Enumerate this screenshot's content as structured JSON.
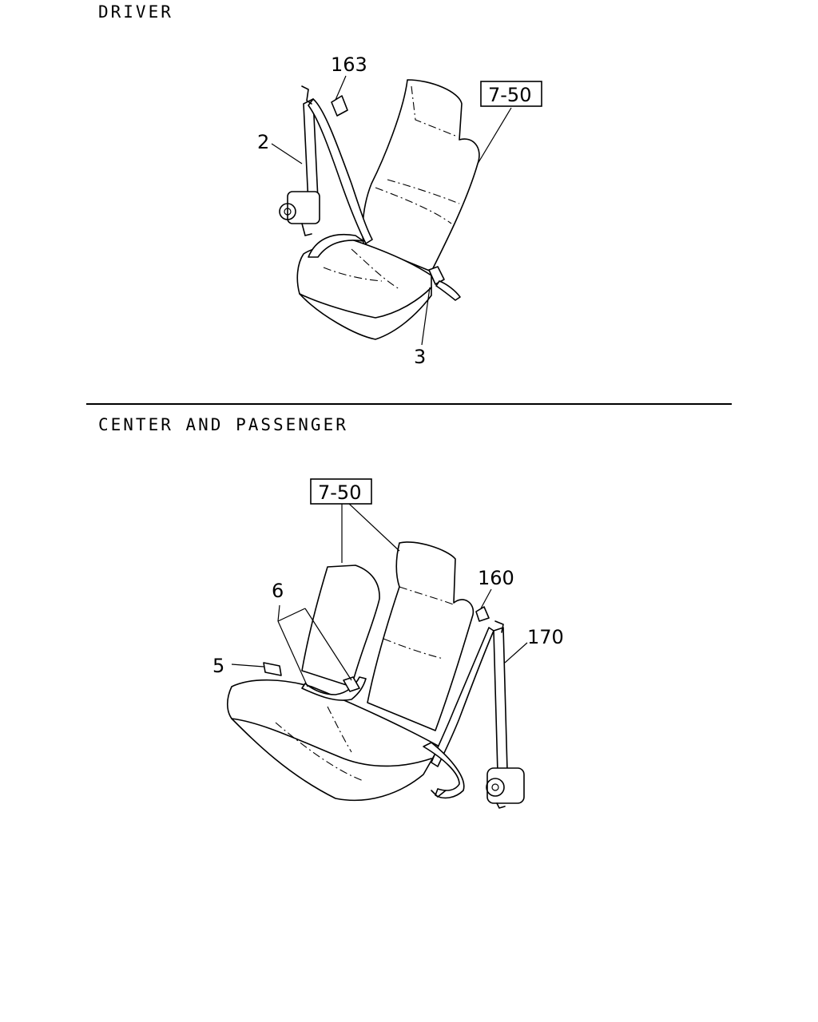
{
  "sections": {
    "driver": {
      "title": "DRIVER"
    },
    "center": {
      "title": "CENTER AND PASSENGER"
    }
  },
  "callouts": {
    "driver": {
      "retractor_belt": "2",
      "buckle": "3",
      "anchor_cover": "163",
      "seat_ref": "7-50"
    },
    "center": {
      "seat_ref": "7-50",
      "buckle": "5",
      "lap_belt": "6",
      "anchor_cover": "160",
      "retractor_belt": "170"
    }
  }
}
